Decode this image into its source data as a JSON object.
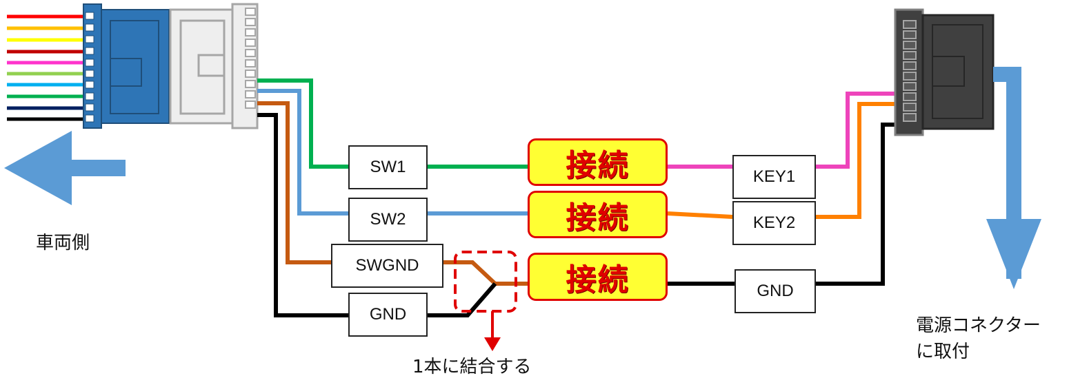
{
  "labels": {
    "sw1": "SW1",
    "sw2": "SW2",
    "swgnd": "SWGND",
    "gnd_left": "GND",
    "key1": "KEY1",
    "key2": "KEY2",
    "gnd_right": "GND"
  },
  "connect_label": "接続",
  "annotations": {
    "vehicle_side": "車両側",
    "power_connector_line1": "電源コネクター",
    "power_connector_line2": "に取付",
    "join_note": "1本に結合する"
  },
  "colors": {
    "wire_green": "#00b050",
    "wire_blue": "#5b9bd5",
    "wire_brown": "#c55a11",
    "wire_black": "#000000",
    "wire_pink": "#ee44bb",
    "wire_orange": "#ff8000",
    "arrow": "#5b9bd5",
    "connector_blue": "#2e75b6",
    "connector_gray": "#eeeeee",
    "connector_dark": "#404040",
    "connect_fill": "#ffff33",
    "connect_text": "#e00000"
  },
  "icons": [
    "left-arrow-icon",
    "down-arrow-icon",
    "red-down-arrow-icon"
  ]
}
